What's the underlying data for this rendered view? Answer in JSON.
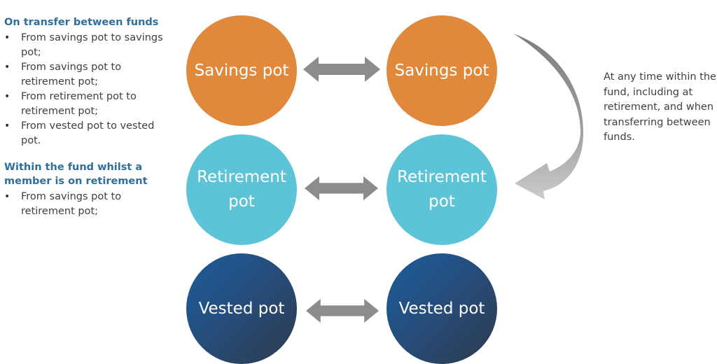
{
  "left_panel": {
    "section1_title": "On transfer between funds",
    "section1_items": [
      "From savings pot to savings pot;",
      "From savings pot to retirement pot;",
      "From retirement pot to retirement pot;",
      "From vested pot to vested pot."
    ],
    "section2_title": "Within the fund whilst a member is on retirement",
    "section2_items": [
      "From savings pot to retirement pot;"
    ]
  },
  "circles": {
    "savings_left": "Savings pot",
    "savings_right": "Savings pot",
    "retirement_left": "Retirement pot",
    "retirement_right": "Retirement pot",
    "vested_left": "Vested pot",
    "vested_right": "Vested pot"
  },
  "note": "At any time within the fund, including at retirement, and when transferring between funds.",
  "colors": {
    "savings": "#e0883c",
    "retirement": "#5cc4d6",
    "vested": "#274c79",
    "arrow": "#8a8c8e",
    "heading": "#2e6f9e"
  }
}
